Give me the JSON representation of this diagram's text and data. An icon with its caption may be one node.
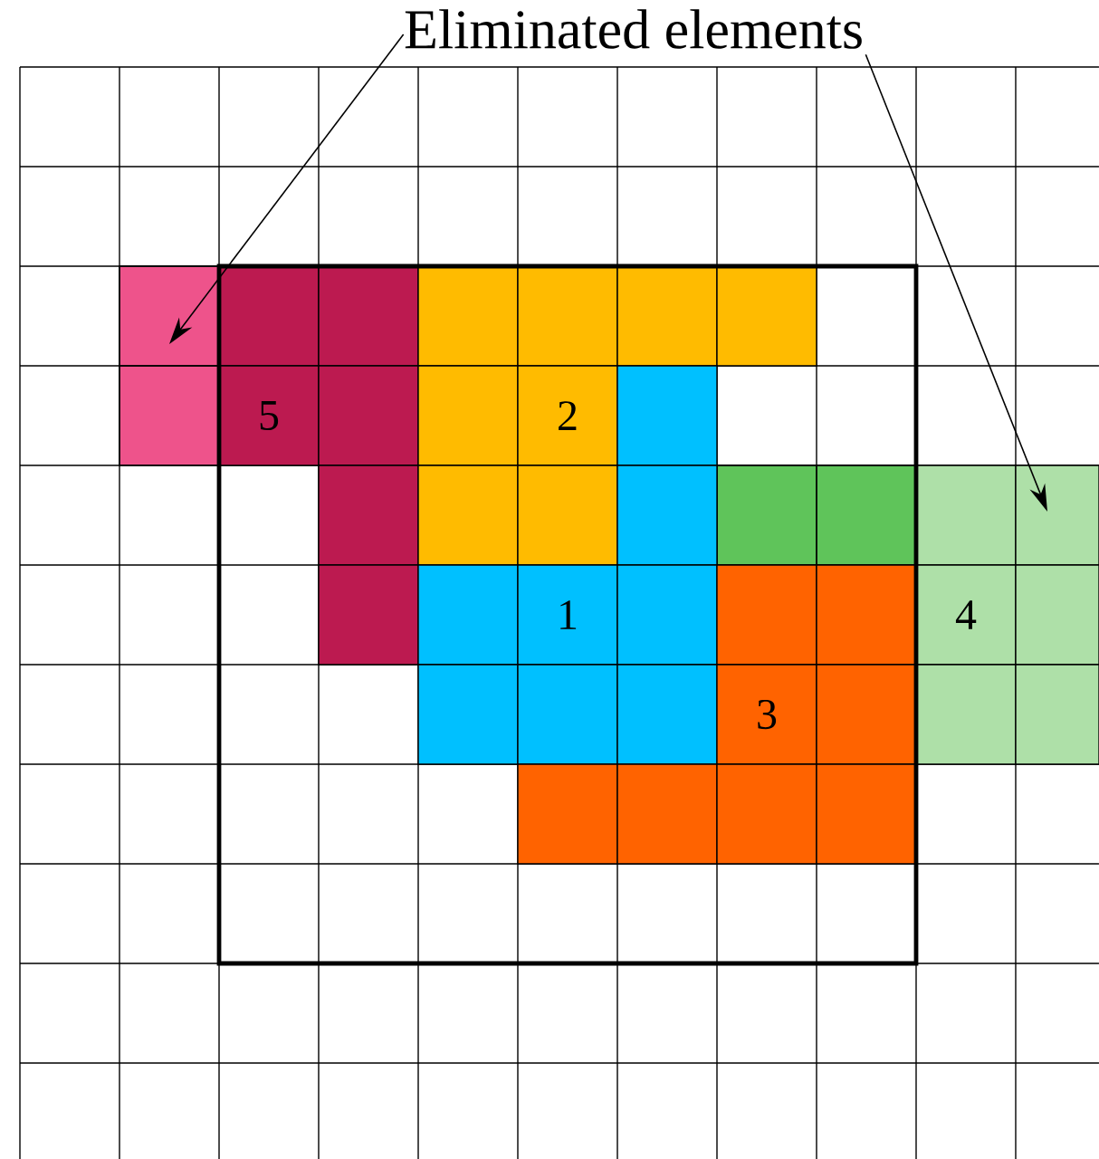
{
  "diagram": {
    "nodes": [
      {
        "text": [
          "Eliminated elements"
        ]
      },
      {
        "text": [],
        "shape": "box"
      },
      {
        "text": [
          "5"
        ]
      },
      {
        "text": [
          "2"
        ]
      },
      {
        "text": [],
        "shape": "box"
      },
      {
        "text": [
          "1"
        ]
      },
      {
        "text": [
          "4"
        ]
      },
      {
        "text": [
          "3"
        ]
      }
    ],
    "edges": [
      {
        "from": 0,
        "to": 1,
        "arrow": "to"
      },
      {
        "from": 0,
        "to": 6,
        "arrow": "to"
      }
    ]
  }
}
